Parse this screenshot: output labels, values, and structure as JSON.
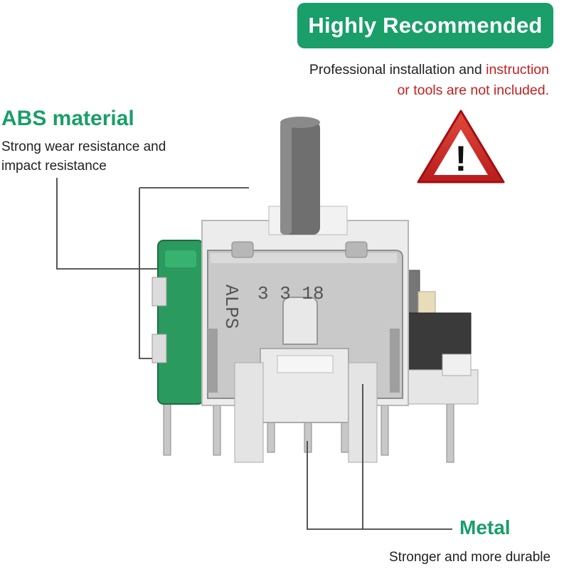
{
  "badge": {
    "text": "Highly Recommended",
    "color": "#1a9e6a"
  },
  "notice": {
    "line1_plain": "Professional installation and ",
    "line1_red": "instruction",
    "line2_red": "or tools are not included."
  },
  "warning": {
    "icon": "warning-triangle-icon",
    "symbol": "!"
  },
  "abs": {
    "title": "ABS material",
    "description": "Strong wear resistance and impact resistance"
  },
  "metal": {
    "title": "Metal",
    "description": "Stronger and more durable"
  },
  "part_markings": {
    "number": "3 3 18",
    "brand": "ALPS"
  },
  "colors": {
    "accent_green": "#1a9e6a",
    "alert_red": "#c42020",
    "module_green": "#2a9a5e"
  }
}
